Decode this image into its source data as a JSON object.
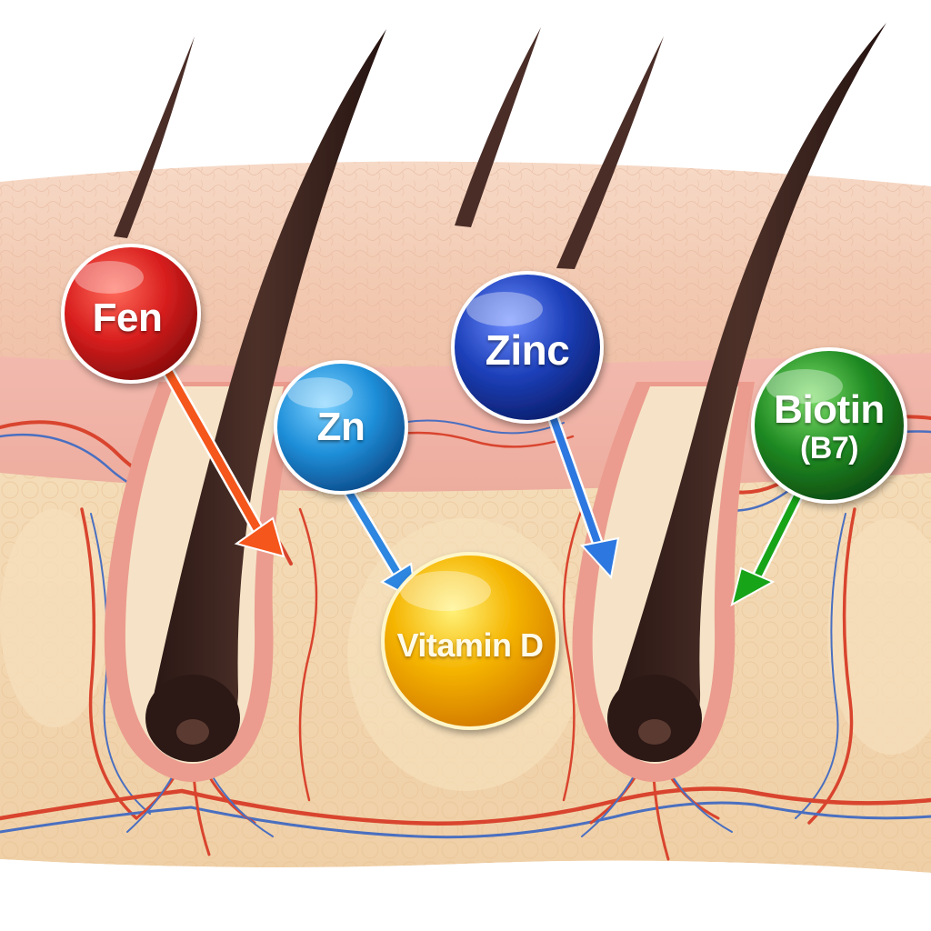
{
  "nutrients": {
    "fen": {
      "label": "Fen",
      "color": "#d81e1e"
    },
    "zn": {
      "label": "Zn",
      "color": "#1f8fd9"
    },
    "zinc": {
      "label": "Zinc",
      "color": "#1c3fb8"
    },
    "biotin": {
      "label": "Biotin",
      "sublabel": "(B7)",
      "color": "#1f8a22"
    },
    "vitamin_d": {
      "label": "Vitamin D",
      "color": "#f5b400"
    }
  },
  "arrow_colors": {
    "fen": "#f4561c",
    "zn": "#2d86e0",
    "zinc": "#2d78e0",
    "biotin": "#18a418"
  },
  "tissue_colors": {
    "epidermis": "#f2cbb3",
    "dermis": "#f0b7ab",
    "subcutis": "#f1d5b1",
    "hair": "#3a2420",
    "artery": "#d9442e",
    "vein": "#4a6fc0"
  }
}
